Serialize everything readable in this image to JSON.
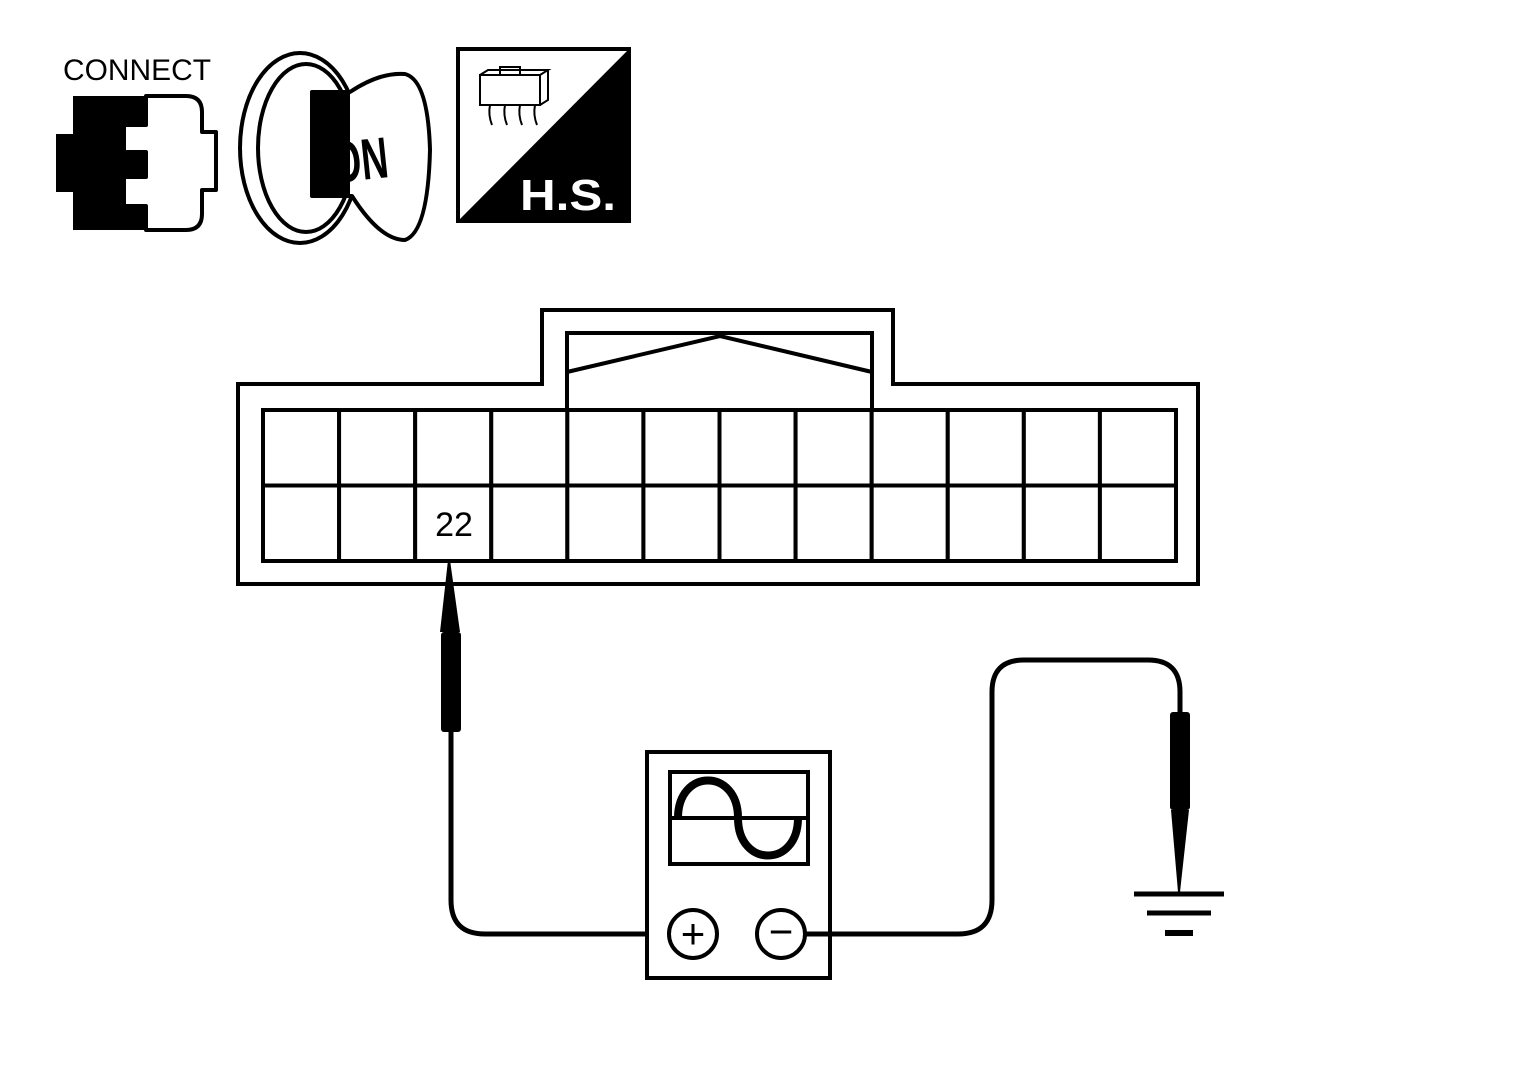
{
  "icons": {
    "connect": {
      "label": "CONNECT",
      "icon": "connector-connected-icon"
    },
    "ignition": {
      "label": "ON",
      "icon": "ignition-key-on-icon"
    },
    "harness_side": {
      "label": "H.S.",
      "icon": "harness-side-icon"
    }
  },
  "connector": {
    "rows": 2,
    "columns": 12,
    "terminal_label": "22",
    "terminal_row": 2,
    "terminal_column": 3
  },
  "instrument": {
    "icon": "oscilloscope-icon",
    "positive_terminal": "+",
    "negative_terminal": "−"
  },
  "ground": {
    "icon": "ground-symbol-icon"
  },
  "colors": {
    "line": "#000000",
    "background": "#ffffff"
  }
}
